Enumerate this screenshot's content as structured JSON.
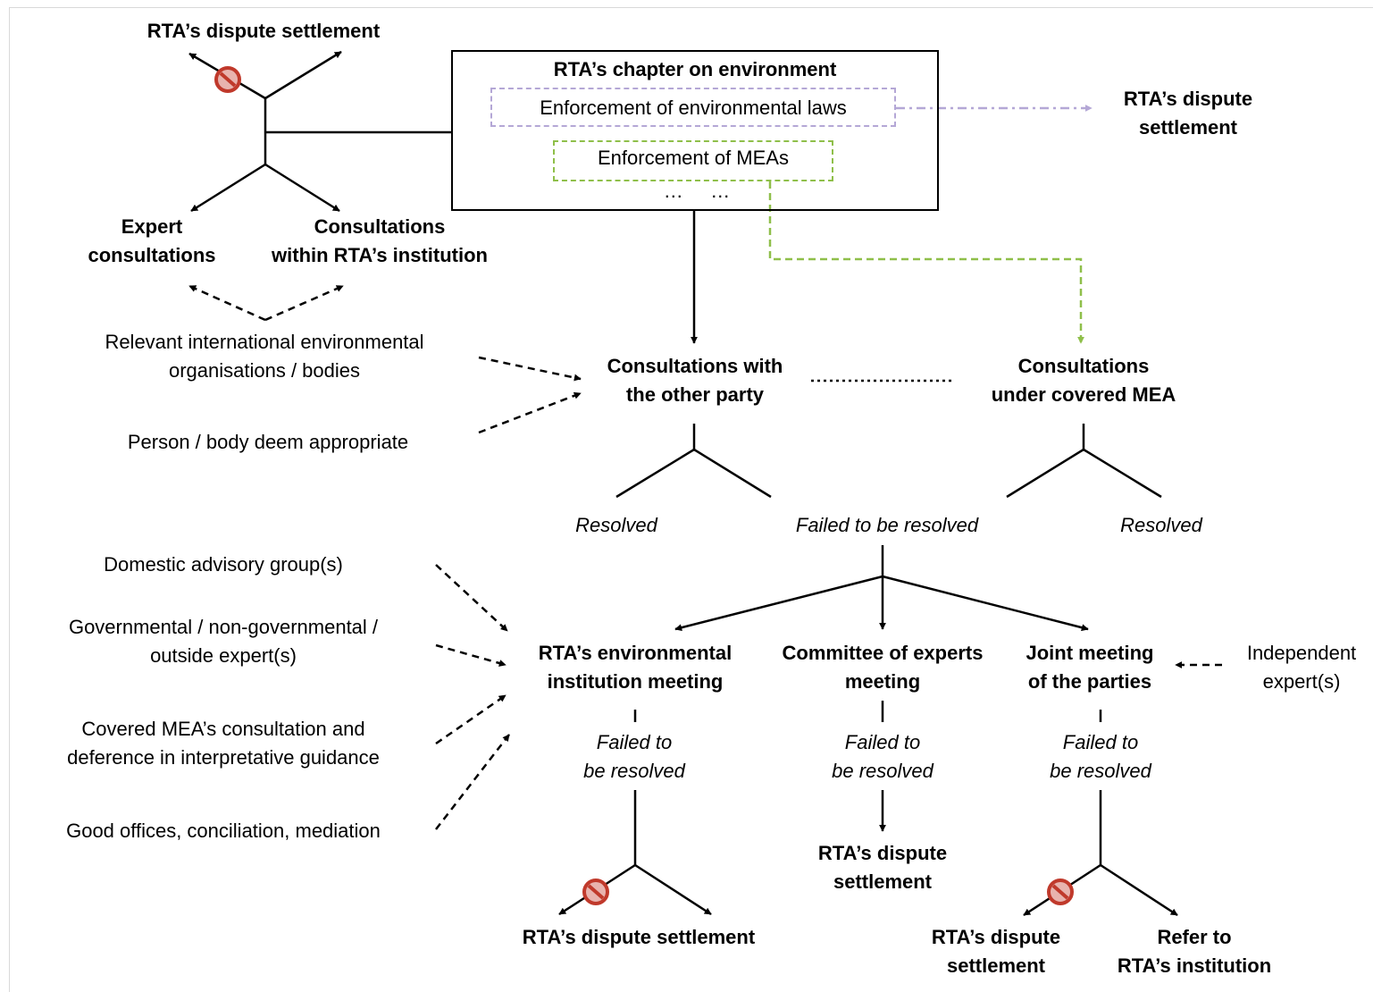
{
  "colors": {
    "line": "#000000",
    "purple_dash": "#b4a7d6",
    "green_dash": "#8fbf4a",
    "prohibit_fill": "#c0392b",
    "prohibit_ring": "#8e1e14"
  },
  "icons": {
    "prohibit": "no-entry-sign-icon"
  },
  "top_left_branch": {
    "top": "RTA’s dispute settlement",
    "left": "Expert\nconsultations",
    "right": "Consultations\nwithin RTA’s institution"
  },
  "chapter": {
    "title": "RTA’s chapter on environment",
    "item_laws": "Enforcement of environmental laws",
    "item_meas": "Enforcement of MEAs",
    "more": "…     …"
  },
  "right_dispute": "RTA’s dispute\nsettlement",
  "inputs_top": {
    "orgs": "Relevant international environmental\norganisations / bodies",
    "person": "Person / body deem appropriate"
  },
  "consultations": {
    "other_party": "Consultations with\nthe other party",
    "covered_mea": "Consultations\nunder covered MEA"
  },
  "outcomes": {
    "resolved_left": "Resolved",
    "failed_center": "Failed to be resolved",
    "resolved_right": "Resolved"
  },
  "inputs_bottom": {
    "domestic": "Domestic advisory group(s)",
    "experts": "Governmental / non-governmental /\noutside expert(s)",
    "covered_mea": "Covered MEA’s  consultation and\ndeference in interpretative guidance",
    "good_offices": "Good offices, conciliation, mediation",
    "independent": "Independent\nexpert(s)"
  },
  "stage2": {
    "institution": "RTA’s environmental\ninstitution meeting",
    "committee": "Committee of experts\nmeeting",
    "joint": "Joint meeting\nof the parties"
  },
  "failed": {
    "institution": "Failed to\nbe resolved",
    "committee": "Failed to\nbe resolved",
    "joint": "Failed to\nbe resolved"
  },
  "final": {
    "institution_dispute": "RTA’s dispute settlement",
    "committee_dispute": "RTA’s dispute\nsettlement",
    "joint_dispute": "RTA’s dispute\nsettlement",
    "joint_refer": "Refer to\nRTA’s institution"
  }
}
